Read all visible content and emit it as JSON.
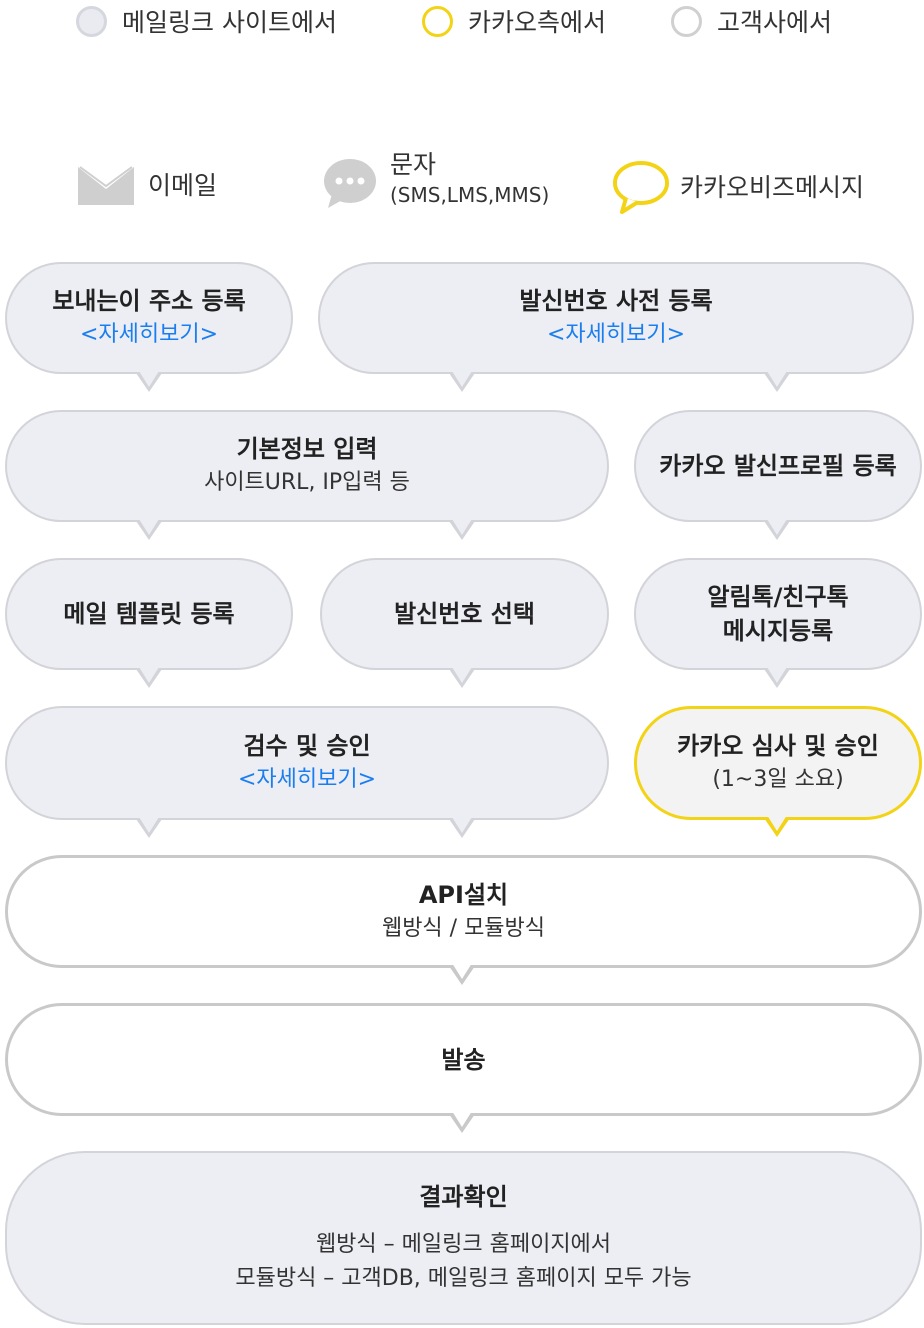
{
  "legend": [
    {
      "label": "메일링크 사이트에서",
      "color": "#e9ebf1"
    },
    {
      "label": "카카오측에서",
      "color": "#f3d315"
    },
    {
      "label": "고객사에서",
      "color": "#ffffff"
    }
  ],
  "channels": {
    "email": "이메일",
    "sms_title": "문자",
    "sms_sub": "(SMS,LMS,MMS)",
    "kakao": "카카오비즈메시지"
  },
  "nodes": {
    "sender_address": {
      "title": "보내는이 주소 등록",
      "link": "<자세히보기>"
    },
    "sender_number_reg": {
      "title": "발신번호 사전 등록",
      "link": "<자세히보기>"
    },
    "basic_info": {
      "title": "기본정보 입력",
      "sub": "사이트URL, IP입력 등"
    },
    "kakao_profile": {
      "title": "카카오 발신프로필 등록"
    },
    "mail_template": {
      "title": "메일 템플릿 등록"
    },
    "sender_number_select": {
      "title": "발신번호 선택"
    },
    "alimtalk": {
      "title": "알림톡/친구톡",
      "title2": "메시지등록"
    },
    "review": {
      "title": "검수 및 승인",
      "link": "<자세히보기>"
    },
    "kakao_review": {
      "title": "카카오 심사 및 승인",
      "sub": "(1~3일 소요)"
    },
    "api": {
      "title": "API설치",
      "sub": "웹방식 / 모듈방식"
    },
    "send": {
      "title": "발송"
    },
    "result": {
      "title": "결과확인",
      "sub1": "웹방식 – 메일링크 홈페이지에서",
      "sub2": "모듈방식 – 고객DB, 메일링크 홈페이지 모두 가능"
    }
  },
  "colors": {
    "site": "#eceef3",
    "kakao": "#f3d315",
    "client": "#ffffff",
    "link": "#1a7ef0"
  }
}
